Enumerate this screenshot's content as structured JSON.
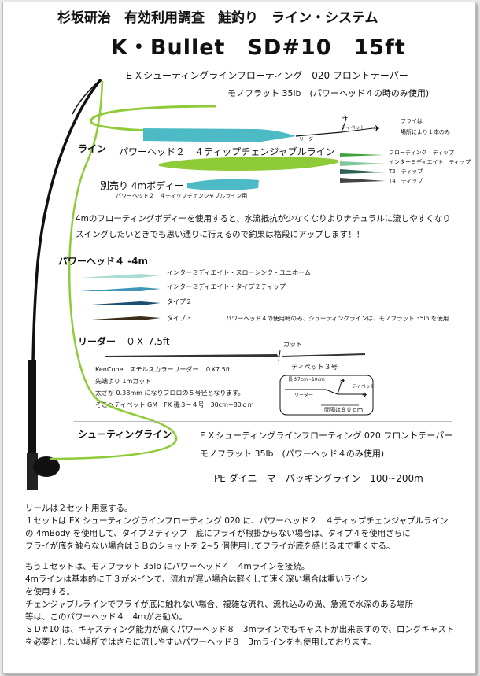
{
  "header": {
    "title": "杉坂研治　有効利用調査　鮭釣り　ライン・システム",
    "subtitle": "K・Bullet　SD#10　15ft"
  },
  "top": {
    "line_name": "ＥＸシューティングラインフローティング　020 フロントテーパー",
    "mono": "モノフラット 35lb　(パワーヘッド４の時のみ使用)",
    "leader": "リーダー",
    "tippet": "ティペット",
    "fly1": "フライは",
    "fly2": "場所により１本のみ"
  },
  "line": {
    "label": "ライン",
    "ph2": "パワーヘッド２　４ティップチェンジャブルライン",
    "tips": [
      "フローティング　ティップ",
      "インターミディエイト　ティップ",
      "T2　ティップ",
      "T4　ティップ"
    ],
    "tip_colors": [
      "#3ca33c",
      "#7fc89a",
      "#2f5f55",
      "#444444"
    ],
    "body4m": "別売り 4mボディー",
    "body4m_sub": "パワーヘッド２　４ティップチェンジャブルライン用"
  },
  "desc": [
    "4mのフローティングボディーを使用すると、水流抵抗が少なくなりよりナチュラルに流しやすくなり",
    "スイングしたいときでも思い通りに行えるので釣果は格段にアップします！！"
  ],
  "ph4": {
    "label": "パワーヘッド４ -4m",
    "items": [
      {
        "text": "インターミディエイト・スローシンク・ユニホーム",
        "color": "#a9dcd2"
      },
      {
        "text": "インターミディエイト・タイプ２ティップ",
        "color": "#3f96b8"
      },
      {
        "text": "タイプ２",
        "color": "#1d4e6e"
      },
      {
        "text": "タイプ３",
        "color": "#3b2c1c"
      }
    ],
    "note": "パワーヘッド４の使用時のみ、シューティングラインは、モノフラット 35lb を使用"
  },
  "leader": {
    "label": "リーダー",
    "size": "０Ｘ 7.5ft",
    "cut": "カット",
    "tippet3": "ティペット３号",
    "info": [
      "KenCube　ステルスカラーリーダー　０X7.5ft",
      "先端より 1mカット",
      "太さが 0.38mm になりフロロの５号径となります。",
      "そこへティペット GM　FX 磯３~４号　30cm~80ｃm"
    ],
    "box_len": "長さ7cm~10cm",
    "box_tippet": "ティペット",
    "box_leader": "リーダー",
    "box_gap": "間隔は８０ｃｍ"
  },
  "shooting": {
    "label": "シューティングライン",
    "line1": "ＥＸシューティングラインフローティング 020 フロントテーパー",
    "line2": "モノフラット 35lb　(パワーヘッド４のみ使用)",
    "pe": "PE ダイニーマ　パッキングライン　100~200m"
  },
  "notes": [
    "リールは２セット用意する。",
    "１セットは EX シューティングラインフローティング 020 に、パワーヘッド２　４ティップチェンジャブルライン",
    "の 4mBody を使用して、タイプ２ティップ　底にフライが根掛からない場合は、タイプ４を使用さらに",
    "フライが底を触らない場合は３Ｂのショットを 2~5 個使用してフライが底を感じるまで重くする。",
    "",
    "もう１セットは、モノフラット 35lb にパワーヘッド４　4mラインを接続。",
    "4mラインは基本的にＴ３がメインで、流れが遅い場合は軽くして速く深い場合は重いライン",
    "を使用する。",
    "チェンジャブルラインでフライが底に触れない場合、複雑な流れ、流れ込みの渦、急流で水深のある場所",
    "等は、このパワーヘッド４　4mがお勧め。",
    "ＳＤ#10 は、キャスティング能力が高くパワーヘッド８　3mラインでもキャストが出来ますので、ロングキャスト",
    "を必要としない場所ではさらに流しやすいパワーヘッド８　3mラインをも使用しております。"
  ],
  "colors": {
    "fly_line": "#8fcb38",
    "teal": "#4dbbc6",
    "rod": "#111111"
  }
}
